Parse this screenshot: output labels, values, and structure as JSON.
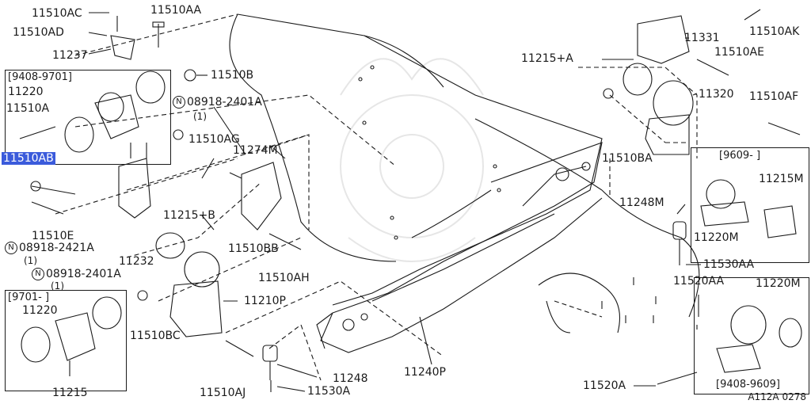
{
  "diagram": {
    "code": "A112A 0278",
    "accent_color": "#3b5bdb",
    "watermark_icon": "samurai-helmet-icon",
    "labels": {
      "l_11510AC": "11510AC",
      "l_11510AA": "11510AA",
      "l_11510AD": "11510AD",
      "l_11237": "11237",
      "l_11510B": "11510B",
      "l_11220_a": "11220",
      "l_11510A": "11510A",
      "l_11510AB": "11510AB",
      "l_08918_2401A_a": "08918-2401A",
      "l_qty_1_a": "(1)",
      "l_11510AG": "11510AG",
      "l_11274M": "11274M",
      "l_11510E": "11510E",
      "l_08918_2421A": "08918-2421A",
      "l_qty_1_b": "(1)",
      "l_11232": "11232",
      "l_08918_2401A_b": "08918-2401A",
      "l_qty_1_c": "(1)",
      "l_11215B": "11215+B",
      "l_11510BB": "11510BB",
      "l_11510AH": "11510AH",
      "l_11220_b": "11220",
      "l_11215": "11215",
      "l_11510BC": "11510BC",
      "l_11210P": "11210P",
      "l_11510AJ": "11510AJ",
      "l_11248": "11248",
      "l_11530A": "11530A",
      "l_11240P": "11240P",
      "l_11331": "11331",
      "l_11510AK": "11510AK",
      "l_11510AE": "11510AE",
      "l_11215A": "11215+A",
      "l_11320": "11320",
      "l_11510AF": "11510AF",
      "l_11510BA": "11510BA",
      "l_11215M": "11215M",
      "l_11248M": "11248M",
      "l_11220M_a": "11220M",
      "l_11530AA": "11530AA",
      "l_11520AA": "11520AA",
      "l_11220M_b": "11220M",
      "l_11520A": "11520A"
    },
    "brackets": {
      "b_9408_9701": "[9408-9701]",
      "b_9701": "[9701-      ]",
      "b_9609": "[9609-      ]",
      "b_9408_9609": "[9408-9609]"
    },
    "n_mark": "N"
  }
}
